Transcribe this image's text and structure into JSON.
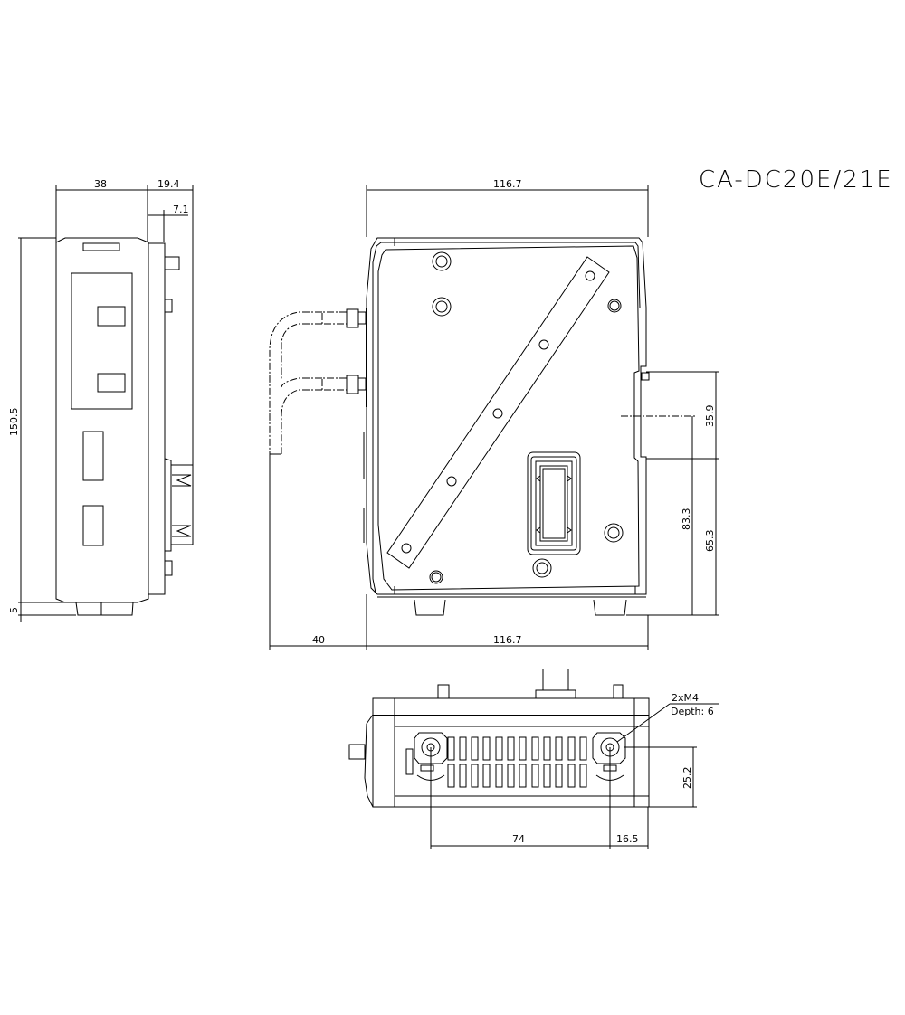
{
  "drawing": {
    "title": "CA-DC20E/21E",
    "side_view": {
      "dims": {
        "width_38": "38",
        "width_19_4": "19.4",
        "width_7_1": "7.1",
        "height_150_5": "150.5",
        "offset_5": "5"
      }
    },
    "front_view": {
      "dims": {
        "top_width": "116.7",
        "bottom_width": "116.7",
        "cable_clearance": "40",
        "rail_35_9": "35.9",
        "rail_center_83_3": "83.3",
        "rail_bottom_65_3": "65.3"
      }
    },
    "bottom_view": {
      "dims": {
        "hole_pitch": "74",
        "edge_offset": "16.5",
        "hole_height": "25.2"
      },
      "annotation": {
        "line1": "2xM4",
        "line2": "Depth: 6"
      }
    },
    "colors": {
      "line": "#000000",
      "background": "#ffffff"
    }
  }
}
